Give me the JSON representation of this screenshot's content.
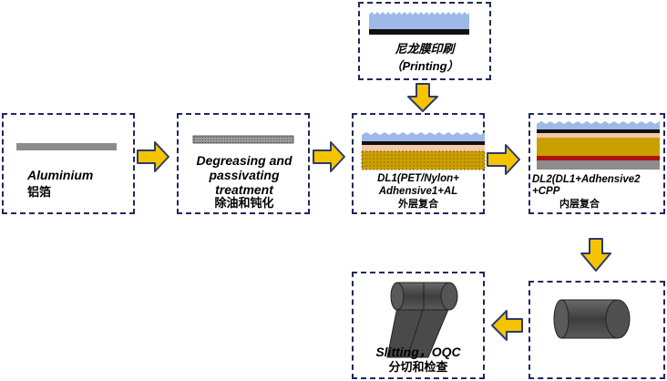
{
  "steps": {
    "aluminium": {
      "en": "Aluminium",
      "cn": "铝箔"
    },
    "degreasing": {
      "en1": "Degreasing and",
      "en2": "passivating",
      "en3": "treatment",
      "cn": "除油和钝化"
    },
    "dl1": {
      "en1": "DL1(PET/Nylon+",
      "en2": "Adhensive1+AL",
      "cn": "外层复合"
    },
    "printing": {
      "cn": "尼龙膜印刷",
      "en": "（Printing）"
    },
    "dl2": {
      "en1": "DL2(DL1+Adhensive2",
      "en2": "+CPP",
      "cn": "内层复合"
    },
    "slitting": {
      "en": "Slitting，OQC",
      "cn": "分切和检查"
    }
  },
  "colors": {
    "arrow_fill": "#f5c400",
    "arrow_stroke": "#2d3a6e",
    "box_border": "#1f2a5a",
    "foil_gray": "#8c8c8c",
    "nylon_blue": "#9db9e8",
    "gold": "#c9a000",
    "red_layer": "#b01010",
    "black_layer": "#111111",
    "peach_layer": "#f3c9a6",
    "roll_gray": "#4a4a4a"
  }
}
